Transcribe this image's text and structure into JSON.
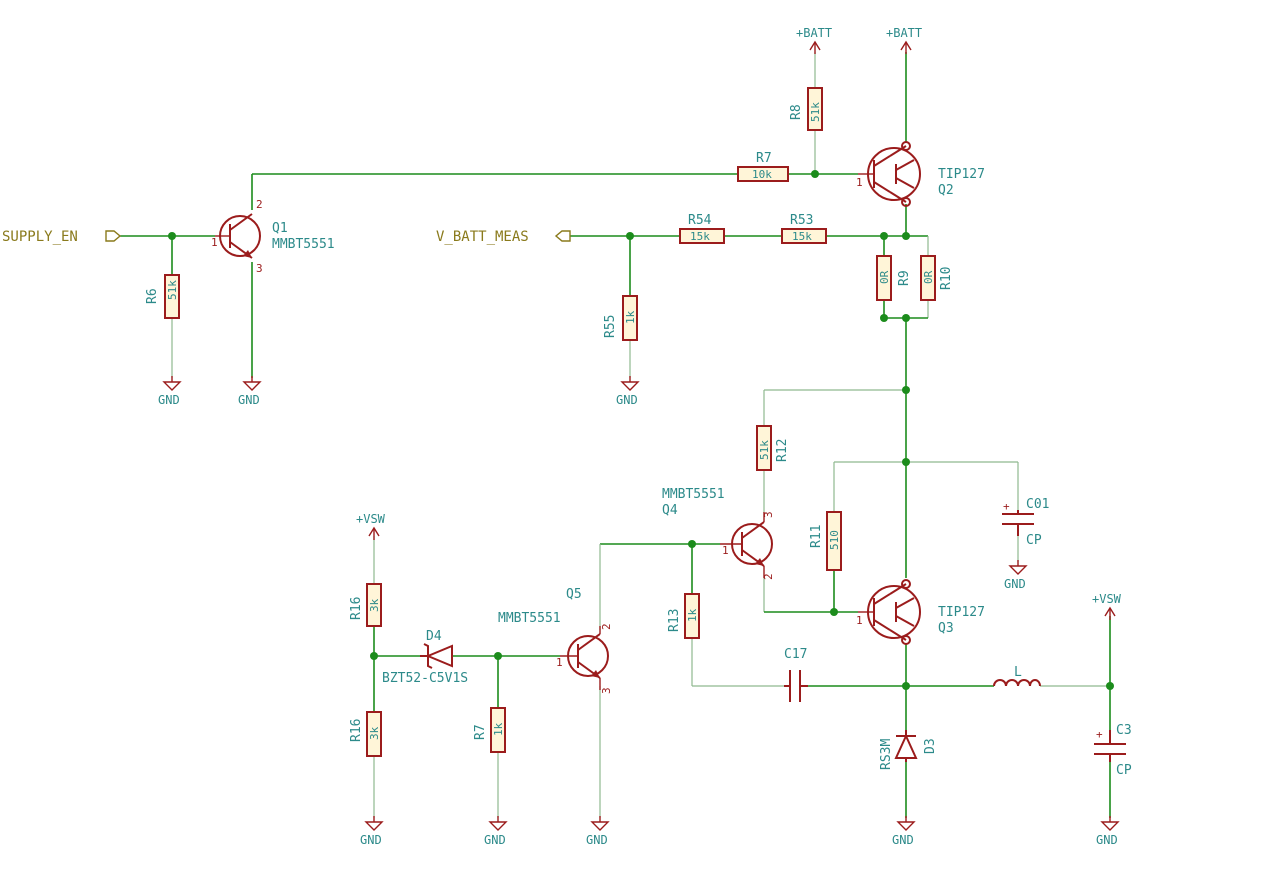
{
  "labels": {
    "supply_en": "SUPPLY_EN",
    "v_batt_meas": "V_BATT_MEAS"
  },
  "power": {
    "batt1": "+BATT",
    "batt2": "+BATT",
    "vsw1": "+VSW",
    "vsw2": "+VSW",
    "gnd": "GND"
  },
  "components": {
    "R6": {
      "ref": "R6",
      "value": "51k"
    },
    "Q1": {
      "ref": "Q1",
      "value": "MMBT5551"
    },
    "R7": {
      "ref": "R7",
      "value": "10k"
    },
    "R8": {
      "ref": "R8",
      "value": "51k"
    },
    "Q2": {
      "ref": "Q2",
      "value": "TIP127"
    },
    "R54": {
      "ref": "R54",
      "value": "15k"
    },
    "R53": {
      "ref": "R53",
      "value": "15k"
    },
    "R55": {
      "ref": "R55",
      "value": "1k"
    },
    "R9": {
      "ref": "R9",
      "value": "0R"
    },
    "R10": {
      "ref": "R10",
      "value": "0R"
    },
    "R12": {
      "ref": "R12",
      "value": "51k"
    },
    "Q4": {
      "ref": "Q4",
      "value": "MMBT5551"
    },
    "R11": {
      "ref": "R11",
      "value": "510"
    },
    "C01": {
      "ref": "C01",
      "value": "CP"
    },
    "Q3": {
      "ref": "Q3",
      "value": "TIP127"
    },
    "Q5": {
      "ref": "Q5",
      "value": "MMBT5551"
    },
    "R16a": {
      "ref": "R16",
      "value": "3k"
    },
    "R16b": {
      "ref": "R16",
      "value": "3k"
    },
    "D4": {
      "ref": "D4",
      "value": "BZT52-C5V1S"
    },
    "R7b": {
      "ref": "R7",
      "value": "1k"
    },
    "R13": {
      "ref": "R13",
      "value": "1k"
    },
    "C17": {
      "ref": "C17",
      "value": ""
    },
    "L": {
      "ref": "L",
      "value": ""
    },
    "D3": {
      "ref": "D3",
      "value": "RS3M"
    },
    "C3": {
      "ref": "C3",
      "value": "CP"
    }
  },
  "pins": {
    "one": "1",
    "two": "2",
    "three": "3",
    "plus": "+"
  }
}
